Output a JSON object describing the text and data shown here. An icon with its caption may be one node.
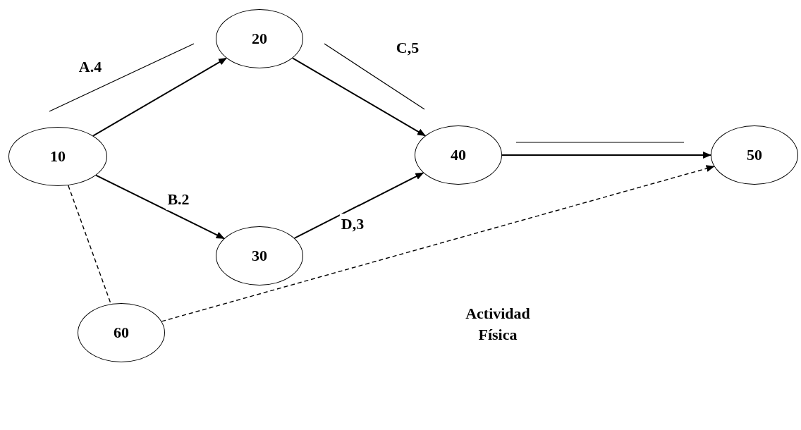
{
  "diagram": {
    "nodes": [
      {
        "text": [
          "10"
        ]
      },
      {
        "text": [
          "20"
        ]
      },
      {
        "text": [
          "30"
        ]
      },
      {
        "text": [
          "40"
        ]
      },
      {
        "text": [
          "50"
        ]
      },
      {
        "text": [
          "60"
        ]
      }
    ],
    "edges": [
      {
        "from": 0,
        "to": 1,
        "arrow": "to",
        "label": "A.4"
      },
      {
        "from": 1,
        "to": 3,
        "arrow": "to",
        "label": "C,5"
      },
      {
        "from": 0,
        "to": 2,
        "arrow": "to",
        "label": "B.2"
      },
      {
        "from": 2,
        "to": 3,
        "arrow": "to",
        "label": "D,3"
      },
      {
        "from": 3,
        "to": 4,
        "arrow": "to"
      },
      {
        "from": 0,
        "to": 5,
        "arrow": "none",
        "style": "dashed"
      },
      {
        "from": 5,
        "to": 4,
        "arrow": "to",
        "style": "dashed",
        "label": "Actividad Física"
      }
    ]
  }
}
